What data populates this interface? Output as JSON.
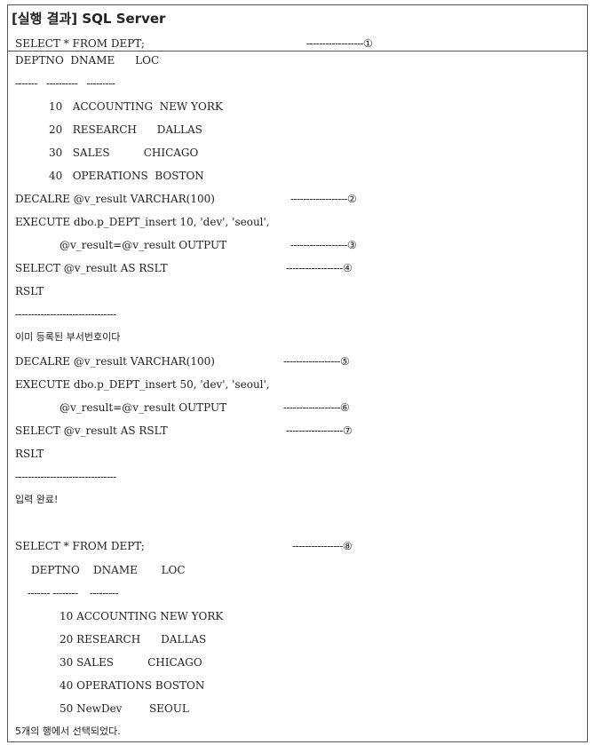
{
  "title": "[실행 결과] SQL Server",
  "lines": {
    "l0": "SELECT * FROM DEPT;",
    "m0": "------------------①",
    "l1": "DEPTNO  DNAME      LOC",
    "l2": "-------   ----------   ---------",
    "l3": "10   ACCOUNTING  NEW YORK",
    "l4": "20   RESEARCH      DALLAS",
    "l5": "30   SALES          CHICAGO",
    "l6": "40   OPERATIONS  BOSTON",
    "l7": "DECALRE @v_result VARCHAR(100)",
    "m7": "------------------②",
    "l8": "EXECUTE dbo.p_DEPT_insert 10, 'dev', 'seoul',",
    "l9": "@v_result=@v_result OUTPUT",
    "m9": "------------------③",
    "l10": "SELECT @v_result AS RSLT",
    "m10": "------------------④",
    "l11": "RSLT",
    "l12": "--------------------------------",
    "l13": "이미 등록된 부서번호이다",
    "l14": "DECALRE @v_result VARCHAR(100)",
    "m14": "------------------⑤",
    "l15": "EXECUTE dbo.p_DEPT_insert 50, 'dev', 'seoul',",
    "l16": "@v_result=@v_result OUTPUT",
    "m16": "------------------⑥",
    "l17": "SELECT @v_result AS RSLT",
    "m17": "------------------⑦",
    "l18": "RSLT",
    "l19": "--------------------------------",
    "l20": "입력 완료!",
    "l21": "SELECT * FROM DEPT;",
    "m21": "----------------⑧",
    "l22": "DEPTNO    DNAME       LOC",
    "l23": "------- --------    ---------",
    "l24": "10 ACCOUNTING NEW YORK",
    "l25": "20 RESEARCH      DALLAS",
    "l26": "30 SALES          CHICAGO",
    "l27": "40 OPERATIONS BOSTON",
    "l28": "50 NewDev        SEOUL",
    "l29": "5개의 행에서 선택되었다."
  }
}
